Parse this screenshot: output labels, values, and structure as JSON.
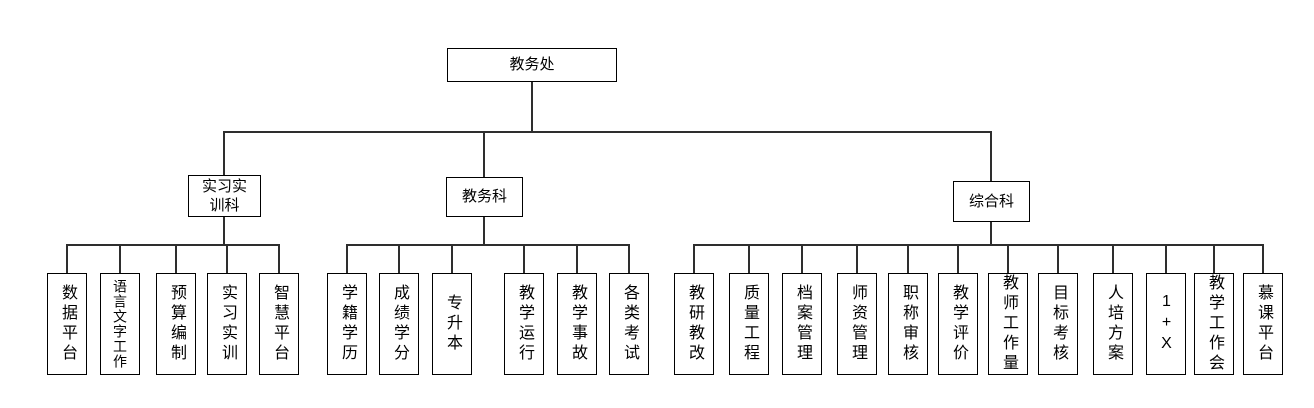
{
  "root": {
    "label": "教务处"
  },
  "departments": [
    {
      "label": "实习实训科",
      "label_lines": [
        "实习实",
        "训科"
      ],
      "children": [
        "数据平台",
        "语言文字工作",
        "预算编制",
        "实习实训",
        "智慧平台"
      ]
    },
    {
      "label": "教务科",
      "children": [
        "学籍学历",
        "成绩学分",
        "专升本",
        "教学运行",
        "教学事故",
        "各类考试"
      ]
    },
    {
      "label": "综合科",
      "children": [
        "教研教改",
        "质量工程",
        "档案管理",
        "师资管理",
        "职称审核",
        "教学评价",
        "教师工作量",
        "目标考核",
        "人培方案",
        "1+X",
        "教学工作会",
        "慕课平台"
      ]
    }
  ]
}
